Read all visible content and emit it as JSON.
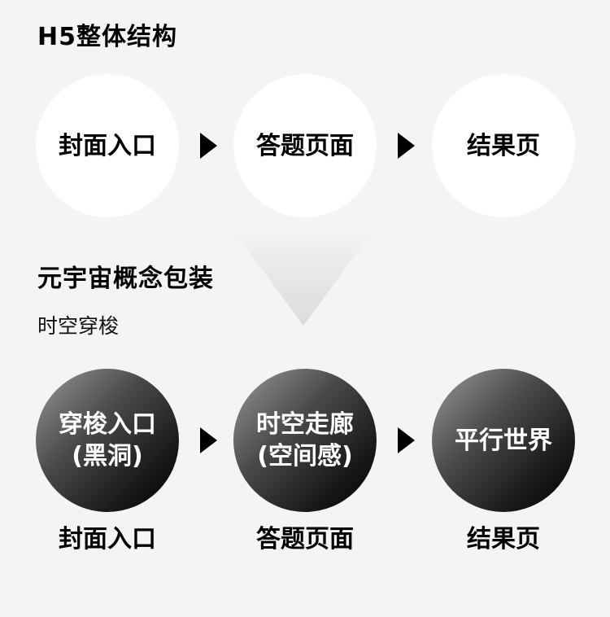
{
  "section1": {
    "title": "H5整体结构",
    "steps": [
      {
        "label": "封面入口"
      },
      {
        "label": "答题页面"
      },
      {
        "label": "结果页"
      }
    ]
  },
  "section2": {
    "title": "元宇宙概念包装",
    "subtitle": "时空穿梭",
    "steps": [
      {
        "line1": "穿梭入口",
        "line2": "(黑洞)",
        "caption": "封面入口"
      },
      {
        "line1": "时空走廊",
        "line2": "(空间感)",
        "caption": "答题页面"
      },
      {
        "line1": "平行世界",
        "line2": "",
        "caption": "结果页"
      }
    ]
  },
  "colors": {
    "background": "#f4f4f4",
    "white_circle": "#ffffff",
    "dark_circle_start": "#9a9a9a",
    "dark_circle_end": "#000000",
    "arrow": "#000000"
  }
}
